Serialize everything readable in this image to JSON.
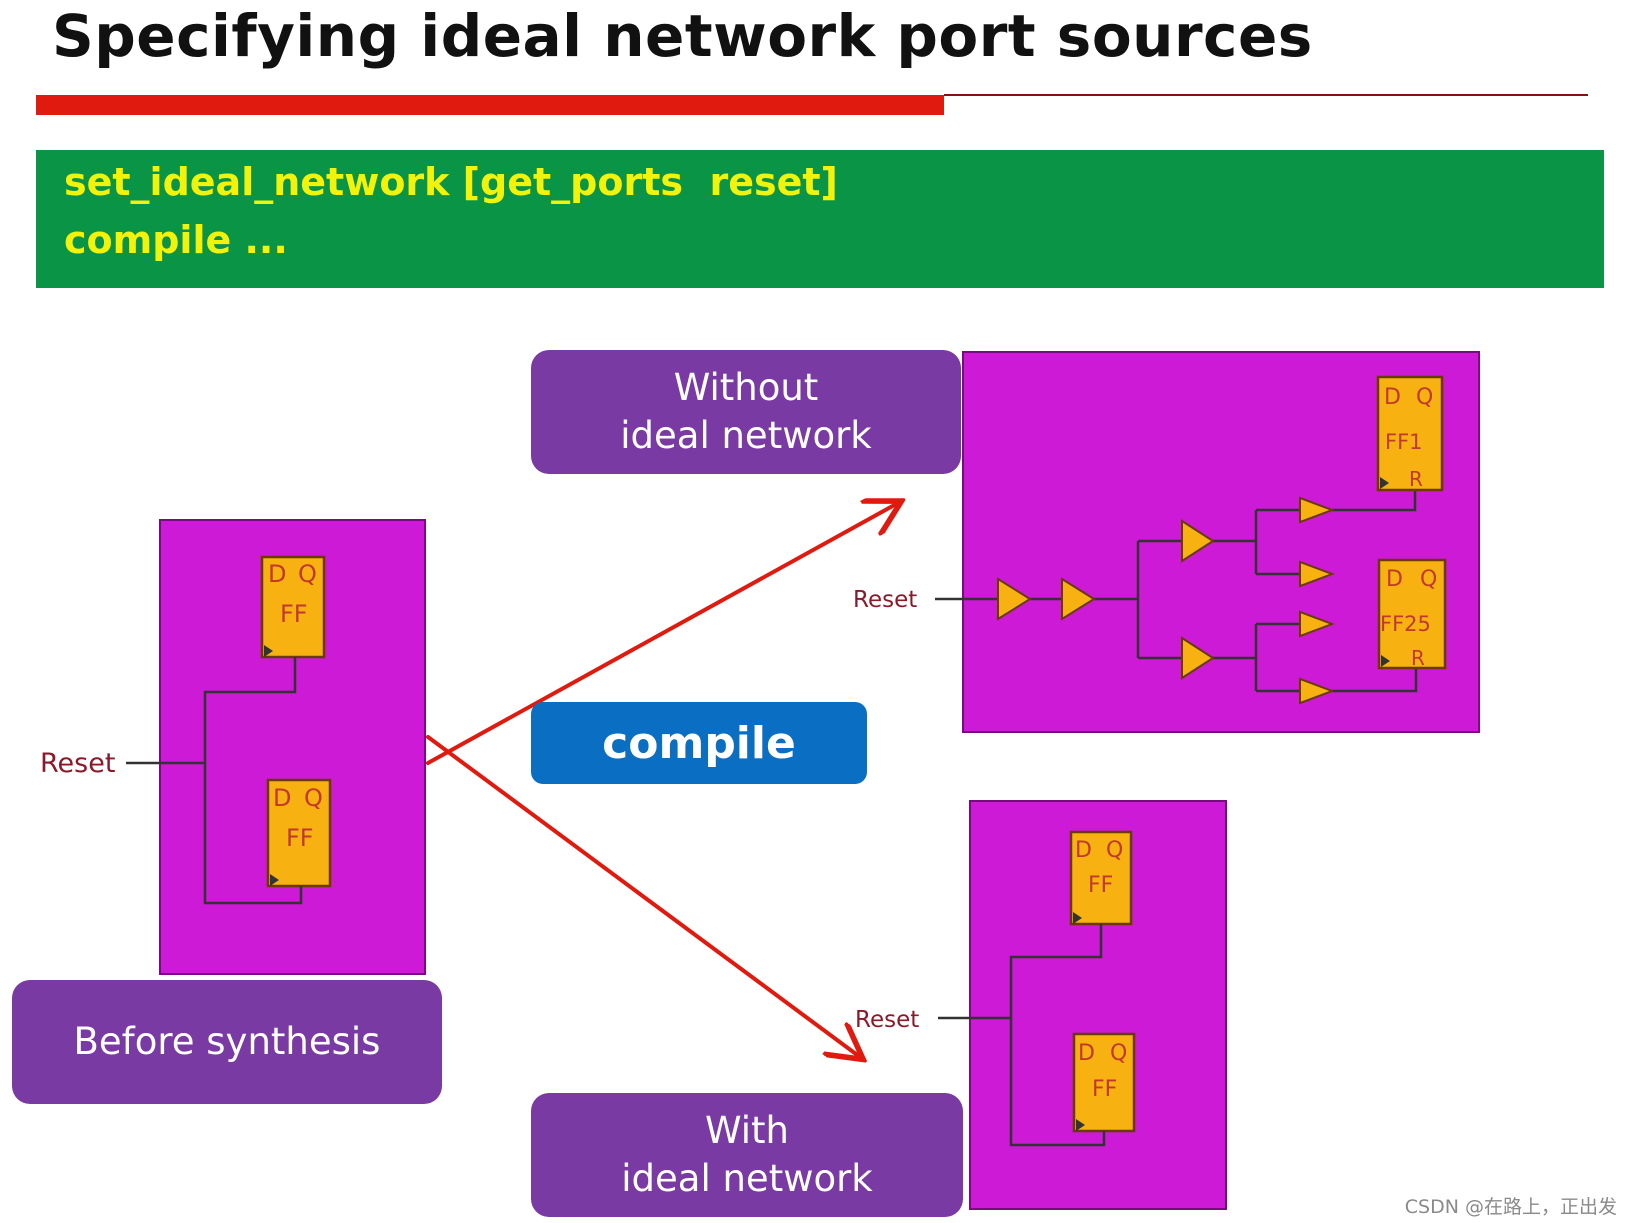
{
  "title": "Specifying ideal network port sources",
  "code": {
    "line1": "set_ideal_network [get_ports  reset]",
    "line2": "compile ..."
  },
  "labels": {
    "without": [
      "Without",
      "ideal network"
    ],
    "with": [
      "With",
      "ideal network"
    ],
    "before": "Before synthesis",
    "compile": "compile"
  },
  "circuit": {
    "reset_label": "Reset",
    "ff_label": "FF",
    "ff_d": "D",
    "ff_q": "Q",
    "ff_r": "R",
    "ff1_label": "FF1",
    "ff25_label": "FF25"
  },
  "watermark": "CSDN @在路上，正出发",
  "colors": {
    "title_underline": "#e01a0e",
    "code_background": "#0a9446",
    "code_text": "#f2f20a",
    "circuit_background": "#cc1ad6",
    "label_box": "#7a3aa3",
    "compile_button": "#0a6ec2",
    "flip_flop": "#f7b212",
    "arrow": "#e01a0e"
  }
}
